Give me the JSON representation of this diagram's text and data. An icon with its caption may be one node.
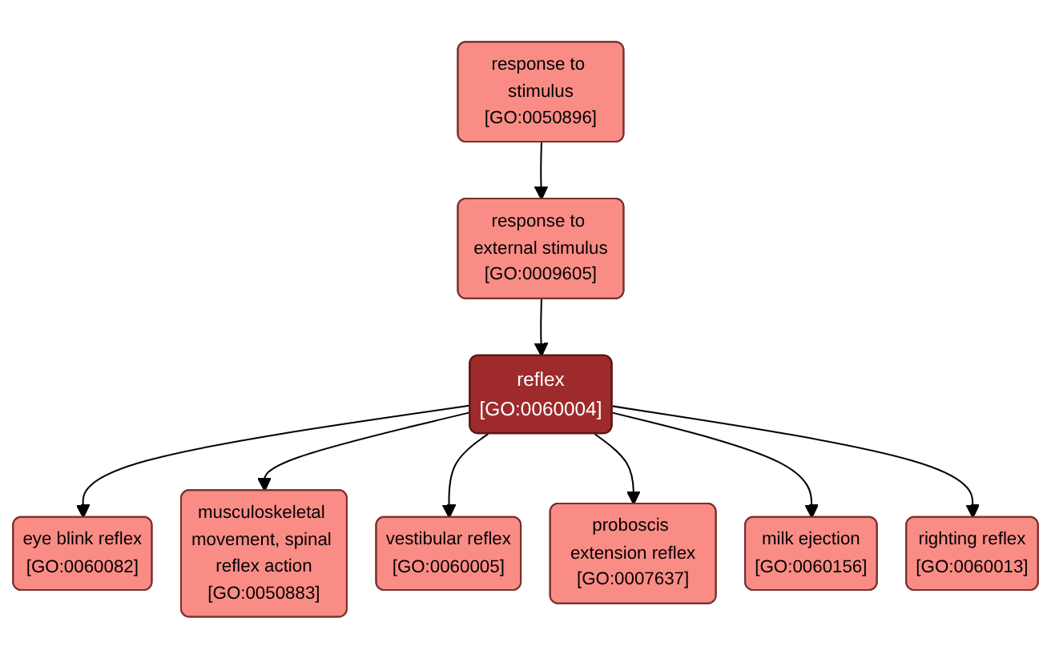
{
  "diagram": {
    "nodes": [
      {
        "text": [
          "response to stimulus",
          "[GO:0050896]"
        ]
      },
      {
        "text": [
          "response to external stimulus",
          "[GO:0009605]"
        ]
      },
      {
        "text": [
          "reflex",
          "[GO:0060004]"
        ]
      },
      {
        "text": [
          "eye blink reflex",
          "[GO:0060082]"
        ]
      },
      {
        "text": [
          "musculoskeletal movement, spinal reflex action",
          "[GO:0050883]"
        ]
      },
      {
        "text": [
          "vestibular reflex",
          "[GO:0060005]"
        ]
      },
      {
        "text": [
          "proboscis extension reflex",
          "[GO:0007637]"
        ]
      },
      {
        "text": [
          "milk ejection",
          "[GO:0060156]"
        ]
      },
      {
        "text": [
          "righting reflex",
          "[GO:0060013]"
        ]
      }
    ],
    "edges": [
      {
        "from": 0,
        "to": 1,
        "arrow": "to"
      },
      {
        "from": 1,
        "to": 2,
        "arrow": "to"
      },
      {
        "from": 2,
        "to": 3,
        "arrow": "to"
      },
      {
        "from": 2,
        "to": 4,
        "arrow": "to"
      },
      {
        "from": 2,
        "to": 5,
        "arrow": "to"
      },
      {
        "from": 2,
        "to": 6,
        "arrow": "to"
      },
      {
        "from": 2,
        "to": 7,
        "arrow": "to"
      },
      {
        "from": 2,
        "to": 8,
        "arrow": "to"
      }
    ]
  }
}
